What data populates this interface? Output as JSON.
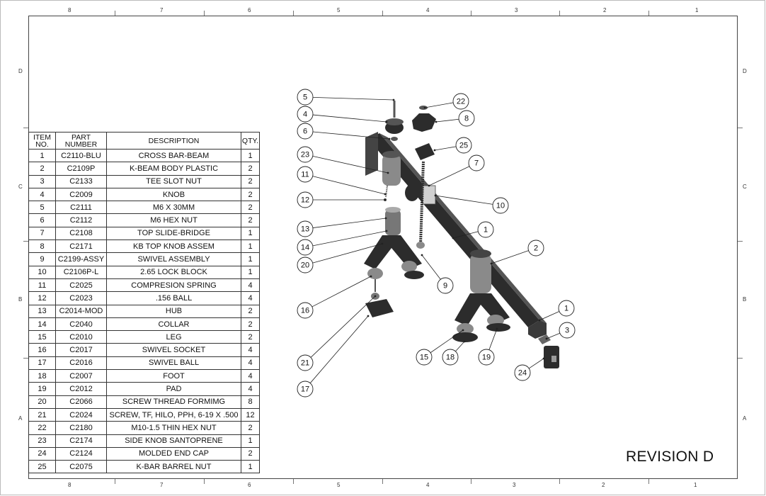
{
  "border_zones": {
    "columns_top": [
      "8",
      "7",
      "6",
      "5",
      "4",
      "3",
      "2",
      "1"
    ],
    "columns_bottom": [
      "8",
      "7",
      "6",
      "5",
      "4",
      "3",
      "2",
      "1"
    ],
    "rows_left": [
      "D",
      "C",
      "B",
      "A"
    ],
    "rows_right": [
      "D",
      "C",
      "B",
      "A"
    ]
  },
  "bom": {
    "headers": {
      "item_line1": "ITEM",
      "item_line2": "NO.",
      "part_line1": "PART",
      "part_line2": "NUMBER",
      "description": "DESCRIPTION",
      "qty": "QTY."
    },
    "rows": [
      {
        "item": "1",
        "part": "C2110-BLU",
        "desc": "CROSS BAR-BEAM",
        "qty": "1"
      },
      {
        "item": "2",
        "part": "C2109P",
        "desc": "K-BEAM BODY PLASTIC",
        "qty": "2"
      },
      {
        "item": "3",
        "part": "C2133",
        "desc": "TEE SLOT NUT",
        "qty": "2"
      },
      {
        "item": "4",
        "part": "C2009",
        "desc": "KNOB",
        "qty": "2"
      },
      {
        "item": "5",
        "part": "C2111",
        "desc": "M6 X 30MM",
        "qty": "2"
      },
      {
        "item": "6",
        "part": "C2112",
        "desc": "M6 HEX NUT",
        "qty": "2"
      },
      {
        "item": "7",
        "part": "C2108",
        "desc": "TOP SLIDE-BRIDGE",
        "qty": "1"
      },
      {
        "item": "8",
        "part": "C2171",
        "desc": "KB TOP KNOB ASSEM",
        "qty": "1"
      },
      {
        "item": "9",
        "part": "C2199-ASSY",
        "desc": "SWIVEL ASSEMBLY",
        "qty": "1"
      },
      {
        "item": "10",
        "part": "C2106P-L",
        "desc": "2.65 LOCK BLOCK",
        "qty": "1"
      },
      {
        "item": "11",
        "part": "C2025",
        "desc": "COMPRESION SPRING",
        "qty": "4"
      },
      {
        "item": "12",
        "part": "C2023",
        "desc": ".156 BALL",
        "qty": "4"
      },
      {
        "item": "13",
        "part": "C2014-MOD",
        "desc": "HUB",
        "qty": "2"
      },
      {
        "item": "14",
        "part": "C2040",
        "desc": "COLLAR",
        "qty": "2"
      },
      {
        "item": "15",
        "part": "C2010",
        "desc": "LEG",
        "qty": "2"
      },
      {
        "item": "16",
        "part": "C2017",
        "desc": "SWIVEL SOCKET",
        "qty": "4"
      },
      {
        "item": "17",
        "part": "C2016",
        "desc": "SWIVEL BALL",
        "qty": "4"
      },
      {
        "item": "18",
        "part": "C2007",
        "desc": "FOOT",
        "qty": "4"
      },
      {
        "item": "19",
        "part": "C2012",
        "desc": "PAD",
        "qty": "4"
      },
      {
        "item": "20",
        "part": "C2066",
        "desc": "SCREW THREAD FORMIMG",
        "qty": "8"
      },
      {
        "item": "21",
        "part": "C2024",
        "desc": "SCREW, TF, HILO, PPH, 6-19 X .500",
        "qty": "12"
      },
      {
        "item": "22",
        "part": "C2180",
        "desc": "M10-1.5 THIN HEX NUT",
        "qty": "2"
      },
      {
        "item": "23",
        "part": "C2174",
        "desc": "SIDE KNOB SANTOPRENE",
        "qty": "1"
      },
      {
        "item": "24",
        "part": "C2124",
        "desc": "MOLDED END CAP",
        "qty": "2"
      },
      {
        "item": "25",
        "part": "C2075",
        "desc": "K-BAR BARREL NUT",
        "qty": "1"
      }
    ]
  },
  "balloons": [
    "5",
    "22",
    "4",
    "8",
    "6",
    "25",
    "23",
    "7",
    "11",
    "12",
    "10",
    "1",
    "13",
    "14",
    "2",
    "20",
    "9",
    "16",
    "1",
    "3",
    "15",
    "18",
    "19",
    "24",
    "21",
    "17"
  ],
  "revision": "REVISION D",
  "colors": {
    "part_dark": "#2c2c2c",
    "part_mid": "#555555",
    "part_light": "#8a8a8a",
    "line": "#222222"
  }
}
